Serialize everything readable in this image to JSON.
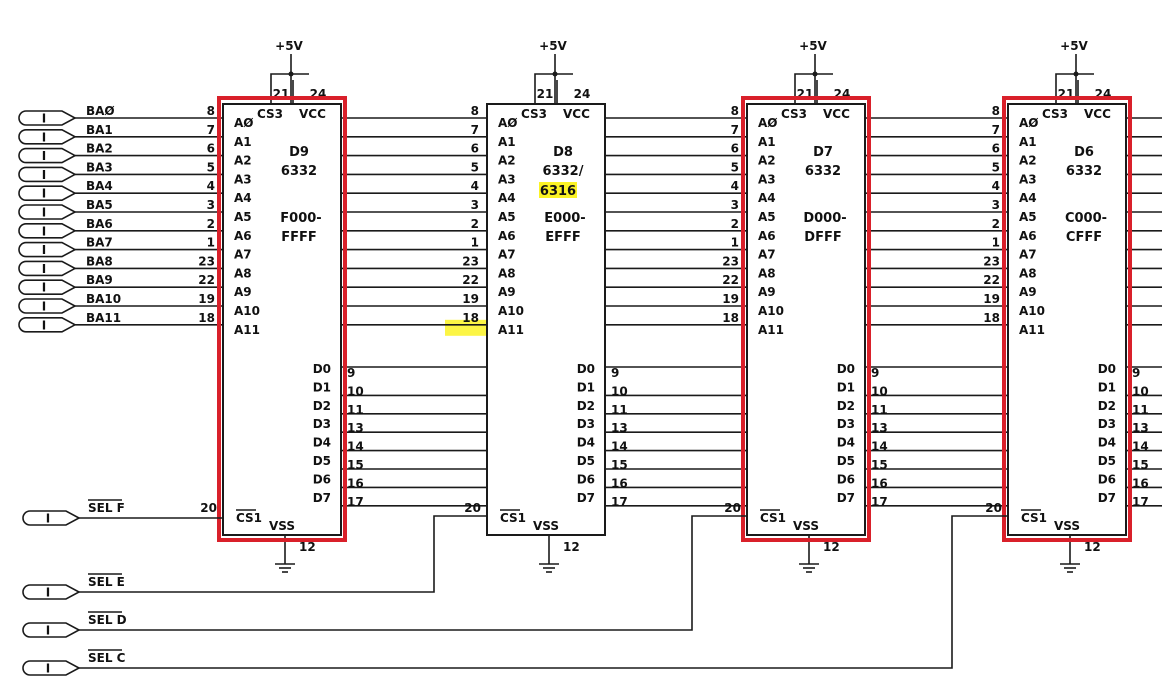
{
  "colors": {
    "ink": "#1a1a1a",
    "highlight_box": "#d9202a",
    "highlight_marker": "#fbf325"
  },
  "address_bus": [
    {
      "signal": "BAØ",
      "pin": "8",
      "line": "AØ"
    },
    {
      "signal": "BA1",
      "pin": "7",
      "line": "A1"
    },
    {
      "signal": "BA2",
      "pin": "6",
      "line": "A2"
    },
    {
      "signal": "BA3",
      "pin": "5",
      "line": "A3"
    },
    {
      "signal": "BA4",
      "pin": "4",
      "line": "A4"
    },
    {
      "signal": "BA5",
      "pin": "3",
      "line": "A5"
    },
    {
      "signal": "BA6",
      "pin": "2",
      "line": "A6"
    },
    {
      "signal": "BA7",
      "pin": "1",
      "line": "A7"
    },
    {
      "signal": "BA8",
      "pin": "23",
      "line": "A8"
    },
    {
      "signal": "BA9",
      "pin": "22",
      "line": "A9"
    },
    {
      "signal": "BA10",
      "pin": "19",
      "line": "A10"
    },
    {
      "signal": "BA11",
      "pin": "18",
      "line": "A11"
    }
  ],
  "data_bus": [
    {
      "line": "D0",
      "pin": "9"
    },
    {
      "line": "D1",
      "pin": "10"
    },
    {
      "line": "D2",
      "pin": "11"
    },
    {
      "line": "D3",
      "pin": "13"
    },
    {
      "line": "D4",
      "pin": "14"
    },
    {
      "line": "D5",
      "pin": "15"
    },
    {
      "line": "D6",
      "pin": "16"
    },
    {
      "line": "D7",
      "pin": "17"
    }
  ],
  "power": {
    "label": "+5V",
    "pin_cs3": "21",
    "pin_vcc": "24",
    "pin_cs1": "20",
    "pin_vss": "12",
    "label_cs3": "CS3",
    "label_vcc": "VCC",
    "label_cs1": "CS1",
    "label_vss": "VSS"
  },
  "connector_glyph": "I",
  "chips": [
    {
      "ref": "D9",
      "part": "6332",
      "alt_part": "",
      "range_start": "F000-",
      "range_end": "FFFF",
      "select": "SEL F",
      "highlighted": true
    },
    {
      "ref": "D8",
      "part": "6332/",
      "alt_part": "6316",
      "range_start": "E000-",
      "range_end": "EFFF",
      "select": "SEL E",
      "highlighted": false
    },
    {
      "ref": "D7",
      "part": "6332",
      "alt_part": "",
      "range_start": "D000-",
      "range_end": "DFFF",
      "select": "SEL D",
      "highlighted": true
    },
    {
      "ref": "D6",
      "part": "6332",
      "alt_part": "",
      "range_start": "C000-",
      "range_end": "CFFF",
      "select": "SEL C",
      "highlighted": true
    }
  ]
}
